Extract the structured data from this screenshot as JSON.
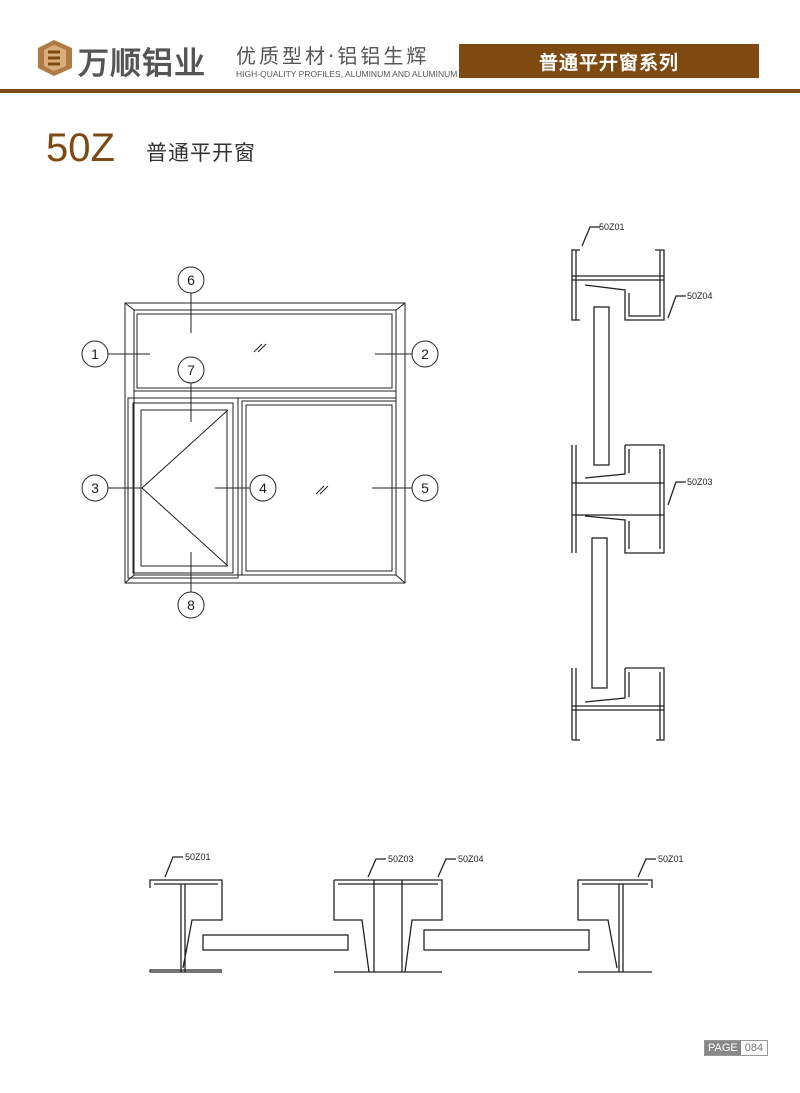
{
  "header": {
    "brand": "万顺铝业",
    "slogan": "优质型材·铝铝生辉",
    "slogan_en": "HIGH-QUALITY PROFILES, ALUMINUM AND ALUMINUM",
    "series": "普通平开窗系列",
    "accent_color": "#7f4a12"
  },
  "title": {
    "model": "50Z",
    "name": "普通平开窗"
  },
  "elevation": {
    "callouts": [
      "1",
      "2",
      "3",
      "4",
      "5",
      "6",
      "7",
      "8"
    ]
  },
  "vertical_section": {
    "labels": [
      "50Z01",
      "50Z04",
      "50Z03"
    ]
  },
  "horizontal_section": {
    "labels": [
      "50Z01",
      "50Z03",
      "50Z04",
      "50Z01"
    ]
  },
  "footer": {
    "page_label": "PAGE",
    "page_number": "084"
  }
}
